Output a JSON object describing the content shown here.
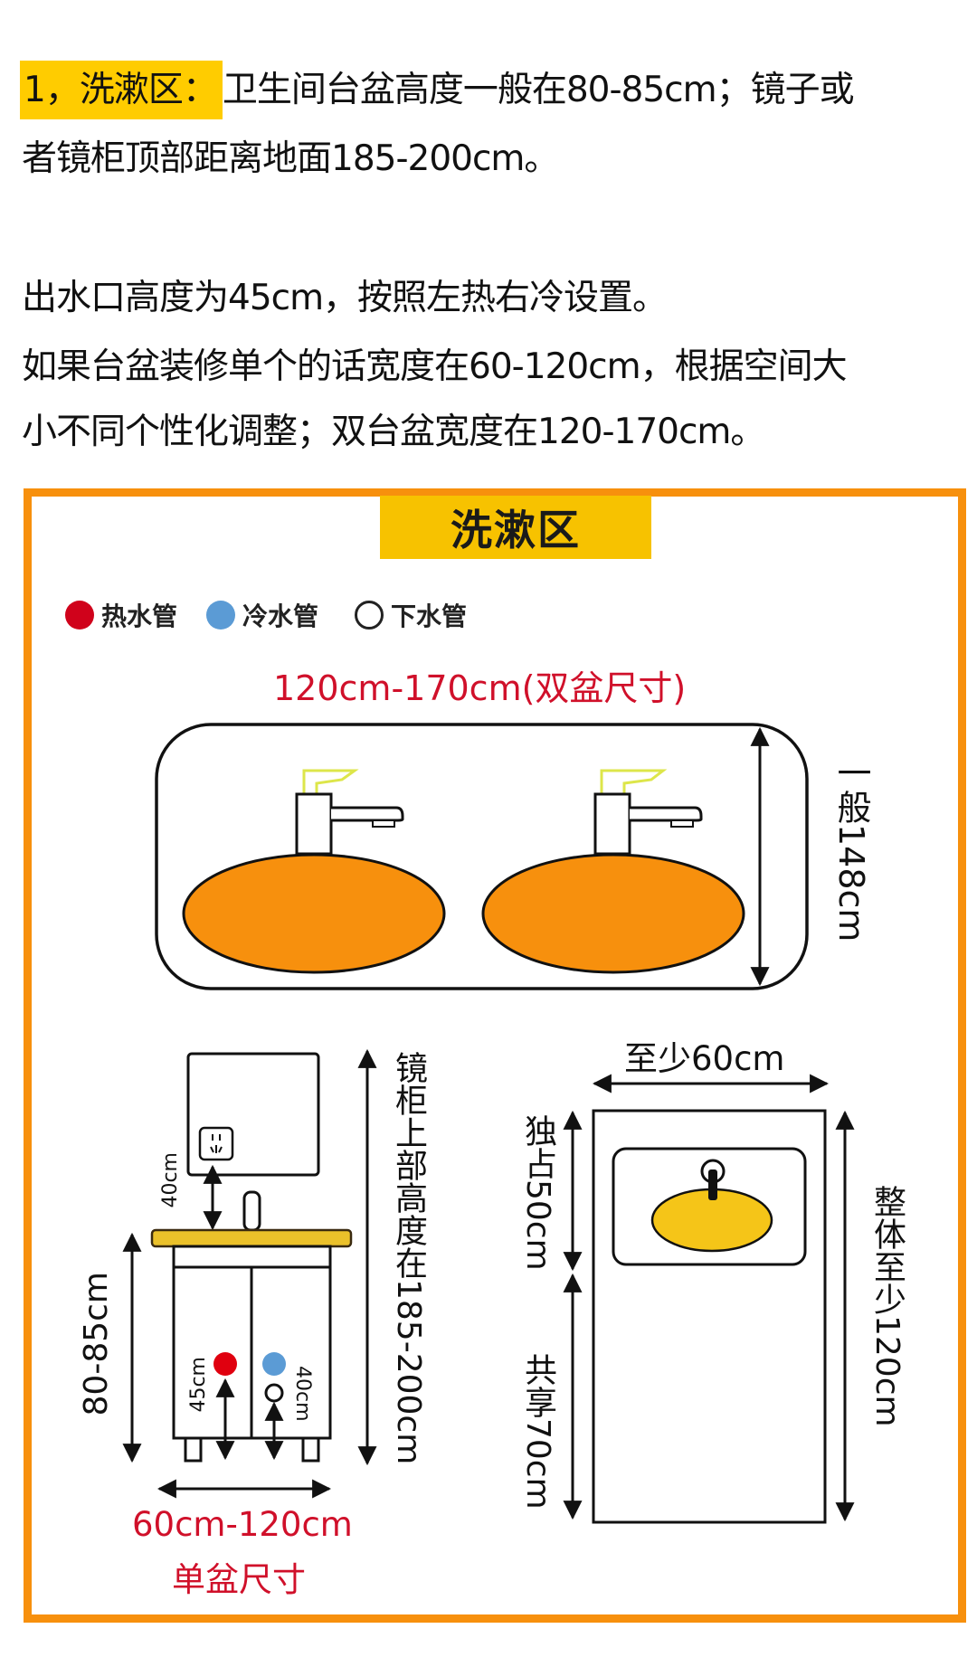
{
  "intro": {
    "heading_label": "1，洗漱区：",
    "line1_rest": "卫生间台盆高度一般在80-85cm；镜子或",
    "line2": "者镜柜顶部距离地面185-200cm。",
    "line3": "出水口高度为45cm，按照左热右冷设置。",
    "line4": "如果台盆装修单个的话宽度在60-120cm，根据空间大",
    "line5": "小不同个性化调整；双台盆宽度在120-170cm。"
  },
  "diagram": {
    "title": "洗漱区",
    "colors": {
      "frame": "#f7900d",
      "title_bg": "#f7c200",
      "highlight": "#ffcc00",
      "basin": "#f7900d",
      "countertop": "#ebc12a",
      "small_basin": "#f5c518",
      "hot": "#d0021b",
      "cold": "#5b9bd5",
      "dimension_text": "#d0102a"
    },
    "legend": [
      {
        "icon": "hot-water-pipe-dot",
        "label": "热水管"
      },
      {
        "icon": "cold-water-pipe-dot",
        "label": "冷水管"
      },
      {
        "icon": "drain-pipe-circle",
        "label": "下水管"
      }
    ],
    "double_basin": {
      "width_label": "120cm-170cm(双盆尺寸)",
      "depth_label": "一般148cm"
    },
    "elevation": {
      "mirror_gap_label": "40cm",
      "counter_height_label": "80-85cm",
      "mirror_top_label": "镜柜上部高度在185-200cm",
      "hot_outlet_label": "45cm",
      "drain_label": "40cm",
      "single_width_label": "60cm-120cm",
      "single_width_caption": "单盆尺寸"
    },
    "plan": {
      "width_label": "至少60cm",
      "exclusive_label": "独占50cm",
      "shared_label": "共享70cm",
      "total_label": "整体至少120cm"
    }
  }
}
